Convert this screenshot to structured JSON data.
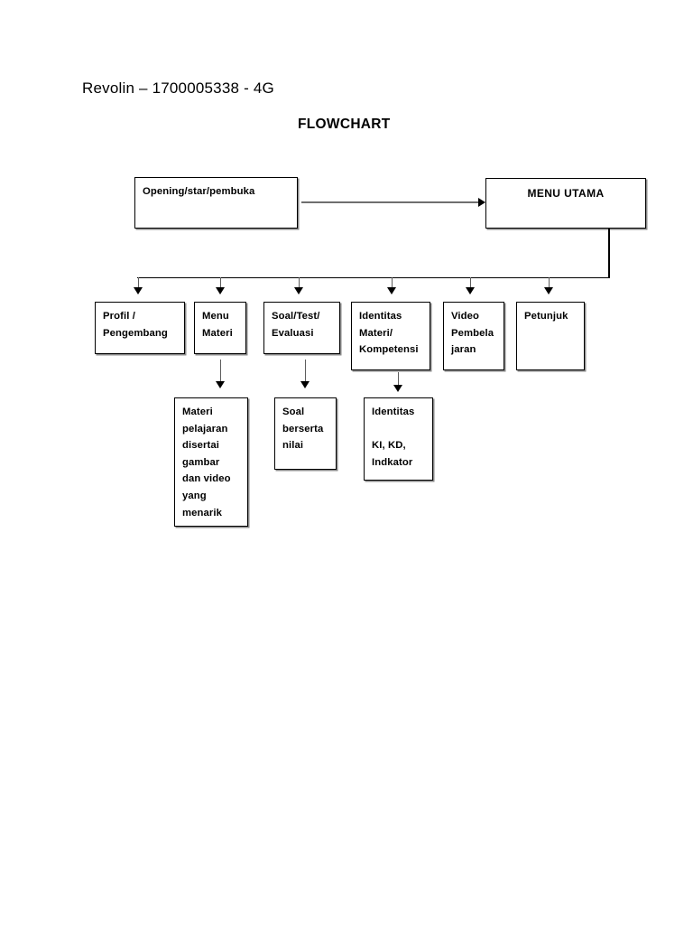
{
  "page": {
    "header_line": "Revolin – 1700005338 -  4G",
    "title": "FLOWCHART",
    "background_color": "#ffffff",
    "line_color": "#000000"
  },
  "chart_data": {
    "type": "diagram",
    "diagram_kind": "flowchart",
    "title": "FLOWCHART",
    "nodes": [
      {
        "id": "opening",
        "label": "Opening/star/pembuka",
        "level": 0
      },
      {
        "id": "menu",
        "label": "MENU UTAMA",
        "level": 0
      },
      {
        "id": "profil",
        "label": "Profil /\nPengembang",
        "level": 1
      },
      {
        "id": "materi",
        "label": "Menu\nMateri",
        "level": 1
      },
      {
        "id": "soaltest",
        "label": "Soal/Test/\nEvaluasi",
        "level": 1
      },
      {
        "id": "identm",
        "label": "Identitas\nMateri/\nKompetensi",
        "level": 1
      },
      {
        "id": "video",
        "label": "Video\nPembela\njaran",
        "level": 1
      },
      {
        "id": "petunjuk",
        "label": "Petunjuk",
        "level": 1
      },
      {
        "id": "materidet",
        "label": "Materi\npelajaran\ndisertai\ngambar\ndan video\nyang\nmenarik",
        "level": 2
      },
      {
        "id": "soalnilai",
        "label": "Soal\nberserta\nnilai",
        "level": 2
      },
      {
        "id": "identki",
        "label": "Identitas\n\nKI, KD,\nIndkator",
        "level": 2
      }
    ],
    "edges": [
      {
        "from": "opening",
        "to": "menu",
        "style": "arrow-right"
      },
      {
        "from": "menu",
        "to": "profil",
        "style": "arrow-down"
      },
      {
        "from": "menu",
        "to": "materi",
        "style": "arrow-down"
      },
      {
        "from": "menu",
        "to": "soaltest",
        "style": "arrow-down"
      },
      {
        "from": "menu",
        "to": "identm",
        "style": "arrow-down"
      },
      {
        "from": "menu",
        "to": "video",
        "style": "arrow-down"
      },
      {
        "from": "menu",
        "to": "petunjuk",
        "style": "arrow-down"
      },
      {
        "from": "materi",
        "to": "materidet",
        "style": "arrow-down"
      },
      {
        "from": "soaltest",
        "to": "soalnilai",
        "style": "arrow-down"
      },
      {
        "from": "identm",
        "to": "identki",
        "style": "arrow-down"
      }
    ]
  },
  "nodes": {
    "opening": "Opening/star/pembuka",
    "menu": "MENU UTAMA",
    "profil": "Profil /\nPengembang",
    "materi": "Menu\nMateri",
    "soaltest": "Soal/Test/\nEvaluasi",
    "identm": "Identitas\nMateri/\nKompetensi",
    "video": "Video\nPembela\njaran",
    "petunjuk": "Petunjuk",
    "materidet": "Materi\npelajaran\ndisertai\ngambar\ndan video\nyang\nmenarik",
    "soalnilai": "Soal\nberserta\nnilai",
    "identki": "Identitas\n\nKI, KD,\nIndkator"
  }
}
